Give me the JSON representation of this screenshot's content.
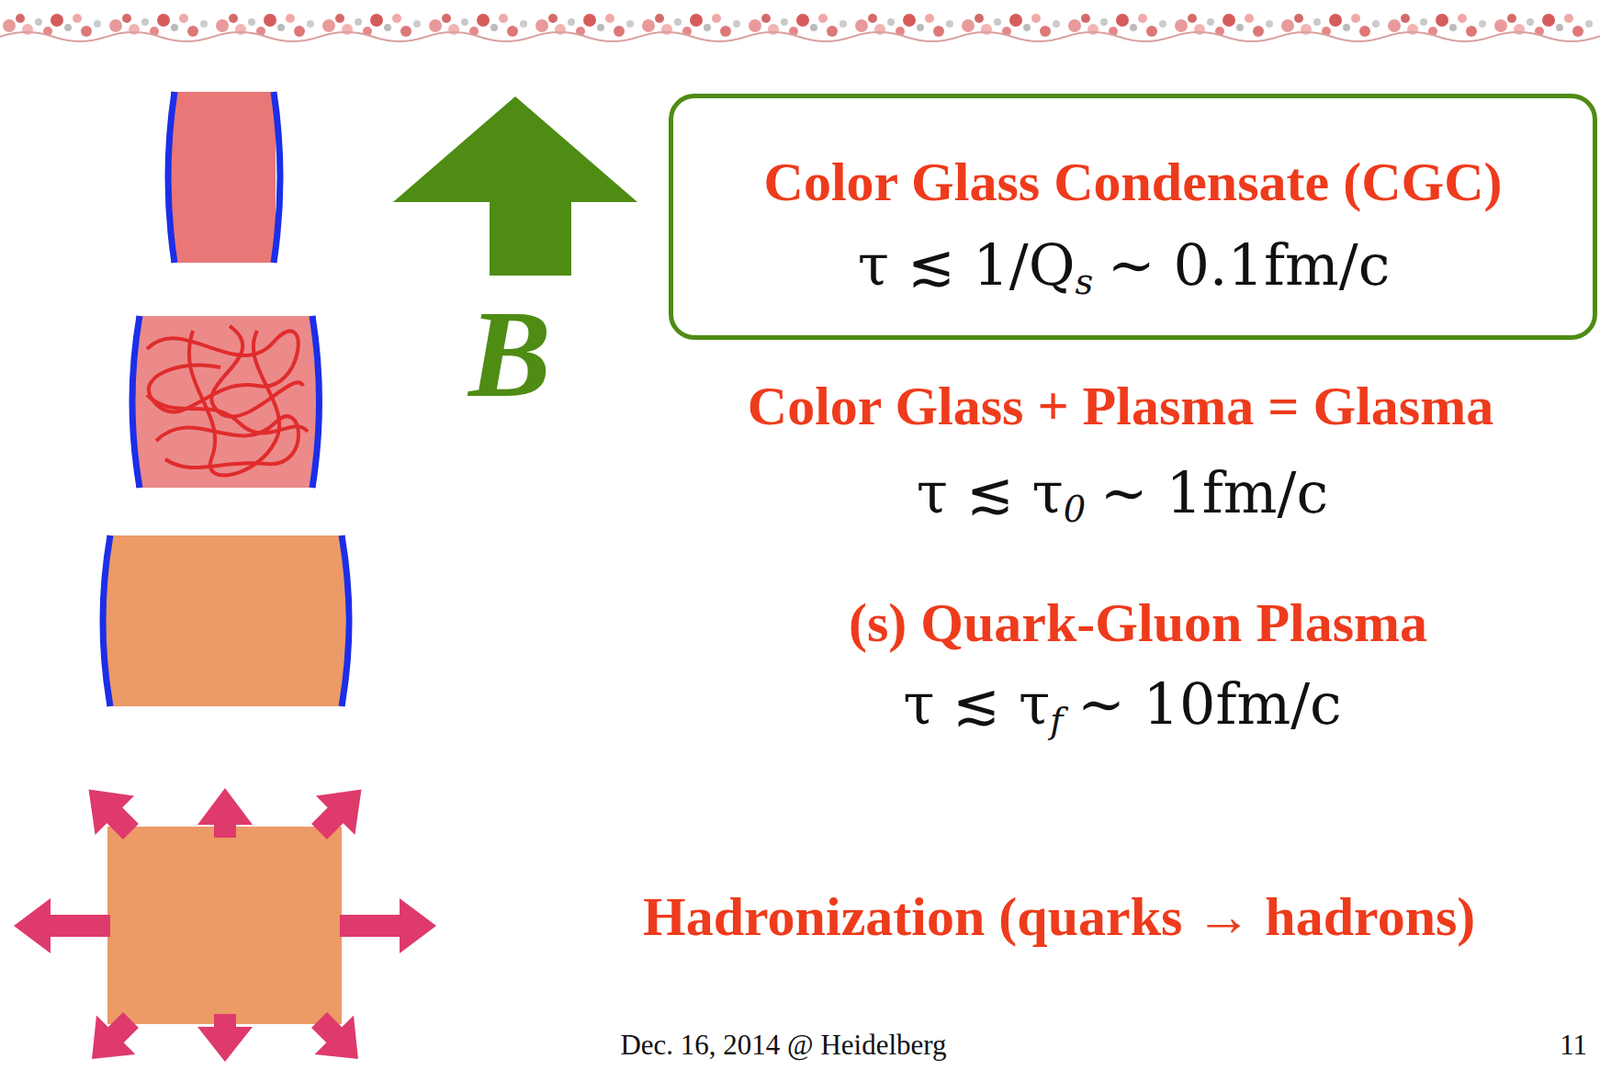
{
  "diagram": {
    "nodes": [
      {
        "text": [
          "Color Glass Condensate (CGC)",
          "τ ≲ 1/Q",
          "s",
          "∼ 0.1fm/c"
        ]
      }
    ],
    "labels": [
      "B",
      "Color Glass + Plasma = Glasma",
      "τ ≲ τ",
      "0",
      "∼ 1fm/c",
      "(s) Quark-Gluon Plasma",
      "τ ≲ τ",
      "f",
      "∼ 10fm/c",
      "Hadronization (quarks → hadrons)",
      "Dec. 16, 2014 @ Heidelberg",
      "11"
    ]
  }
}
